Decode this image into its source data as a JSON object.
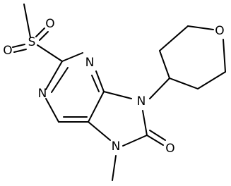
{
  "diagram": {
    "background_color": "#ffffff",
    "ink_color": "#000000",
    "atoms": {
      "sulfonyl_o_left": "O",
      "sulfonyl_s": "S",
      "sulfonyl_o_right": "O",
      "pyrimidine_n_upper": "N",
      "pyrimidine_n_lower": "N",
      "imidazole_n9": "N",
      "imidazole_n7": "N",
      "carbonyl_o": "O",
      "oxane_o": "O"
    }
  }
}
